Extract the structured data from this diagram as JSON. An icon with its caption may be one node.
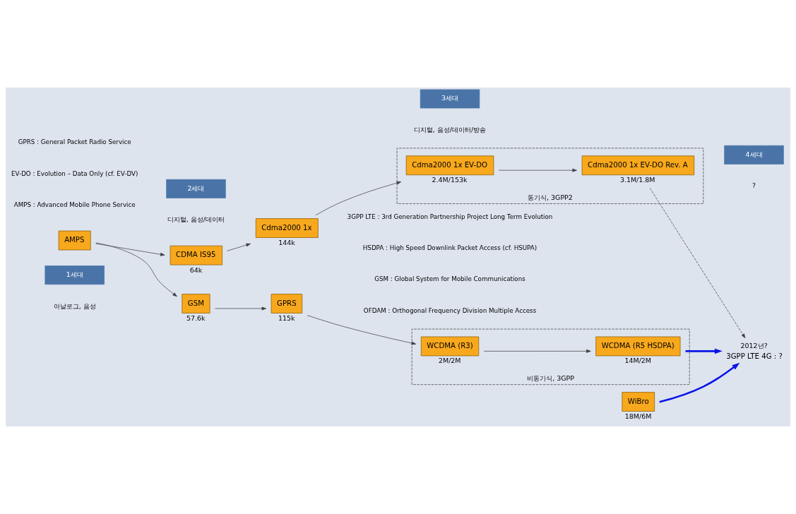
{
  "diagram": {
    "nodes": [
      {
        "text": [
          "AMPS"
        ]
      },
      {
        "text": [
          "CDMA IS95"
        ],
        "beside": [
          "64k"
        ]
      },
      {
        "text": [
          "Cdma2000 1x"
        ],
        "beside": [
          "144k"
        ]
      },
      {
        "text": [
          "동기식, 3GPP2"
        ]
      },
      {
        "text": [
          "Cdma2000 1x EV-DO"
        ],
        "in": 3,
        "beside": [
          "2.4M/153k"
        ]
      },
      {
        "text": [
          "Cdma2000 1x EV-DO Rev. A"
        ],
        "in": 3,
        "beside": [
          "3.1M/1.8M"
        ]
      },
      {
        "text": [
          "GSM"
        ],
        "beside": [
          "57.6k"
        ]
      },
      {
        "text": [
          "GPRS"
        ],
        "beside": [
          "115k"
        ]
      },
      {
        "text": [
          "비동기식, 3GPP"
        ]
      },
      {
        "text": [
          "WCDMA (R3)"
        ],
        "in": 8,
        "beside": [
          "2M/2M"
        ]
      },
      {
        "text": [
          "WCDMA (R5 HSDPA)"
        ],
        "in": 8,
        "beside": [
          "14M/2M"
        ]
      },
      {
        "text": [
          "WiBro"
        ],
        "beside": [
          "18M/6M"
        ]
      },
      {
        "text": [
          "3GPP LTE 4G : ?"
        ],
        "beside": [
          "2012년?"
        ]
      }
    ],
    "edges": [
      {
        "from": 0,
        "to": 1,
        "arrow": "to"
      },
      {
        "from": 0,
        "to": 6,
        "arrow": "to"
      },
      {
        "from": 1,
        "to": 2,
        "arrow": "to"
      },
      {
        "from": 2,
        "to": 4,
        "arrow": "to"
      },
      {
        "from": 4,
        "to": 5,
        "arrow": "to"
      },
      {
        "from": 5,
        "to": 12,
        "arrow": "to",
        "style": "dashed"
      },
      {
        "from": 6,
        "to": 7,
        "arrow": "to"
      },
      {
        "from": 7,
        "to": 9,
        "arrow": "to"
      },
      {
        "from": 9,
        "to": 10,
        "arrow": "to"
      },
      {
        "from": 10,
        "to": 12,
        "arrow": "to",
        "style": "thick",
        "color": "#0a14e6"
      },
      {
        "from": 11,
        "to": 12,
        "arrow": "to",
        "style": "thick",
        "color": "#0a14e6"
      }
    ],
    "labels": [
      "1세대",
      "2세대",
      "3세대",
      "4세대",
      "아날로그, 음성",
      "디지털, 음성/데이터",
      "디지털, 음성/데이터/방송",
      "?",
      "AMPS : Advanced Mobile Phone Service",
      "3GPP LTE : 3rd Generation Partnership Project Long Term Evolution",
      "EV-DO : Evolution – Data Only (cf. EV-DV)",
      "HSDPA : High Speed Downlink Packet Access (cf. HSUPA)",
      "GPRS : General Packet Radio Service",
      "GSM : Global System for Mobile Communications",
      "OFDAM : Orthogonal Frequency Division Multiple Access"
    ]
  }
}
